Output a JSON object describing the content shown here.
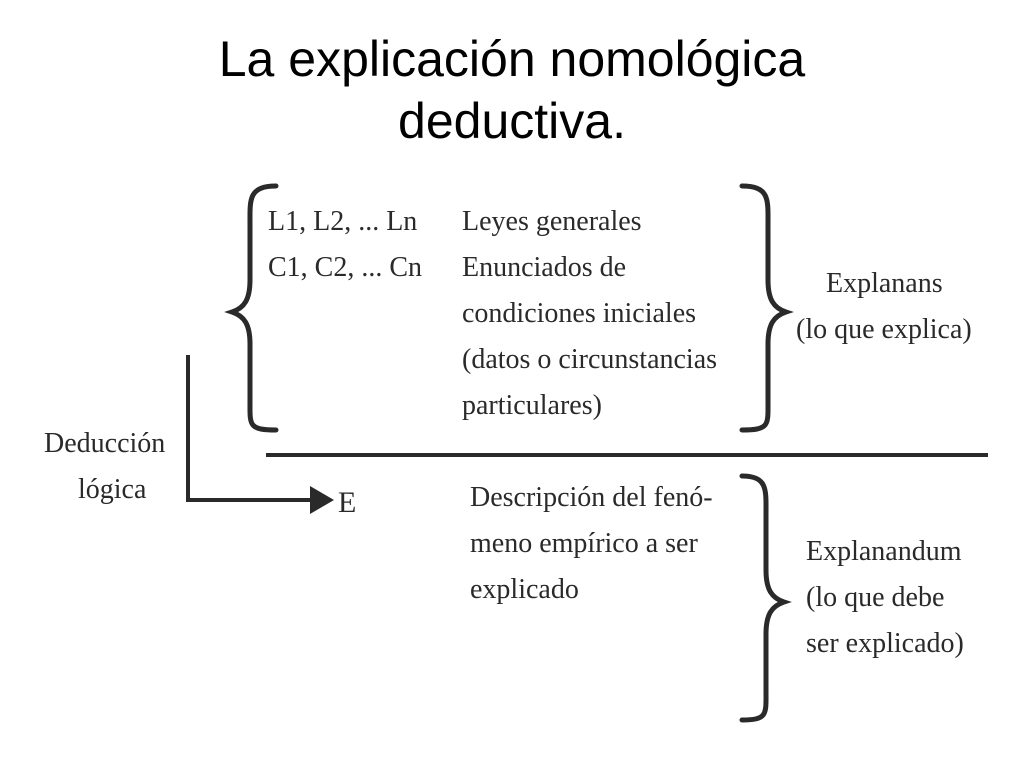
{
  "slide": {
    "title_line1": "La explicación nomológica",
    "title_line2": "deductiva."
  },
  "diagram": {
    "premises": {
      "laws_symbols": "L1, L2, ... Ln",
      "conditions_symbols": "C1, C2, ... Cn",
      "laws_label": "Leyes generales",
      "conditions_lines": [
        "Enunciados de",
        "condiciones iniciales",
        "(datos o circunstancias",
        "particulares)"
      ]
    },
    "explanans": {
      "label": "Explanans",
      "sublabel": "(lo que explica)"
    },
    "deduction": {
      "line1": "Deducción",
      "line2": "lógica"
    },
    "conclusion": {
      "symbol": "E",
      "description_lines": [
        "Descripción del fenó-",
        "meno empírico a ser",
        "explicado"
      ]
    },
    "explanandum": {
      "label": "Explanandum",
      "sublabel_line1": "(lo que debe",
      "sublabel_line2": "ser explicado)"
    },
    "colors": {
      "ink": "#2a2a2a",
      "background": "#ffffff"
    }
  }
}
